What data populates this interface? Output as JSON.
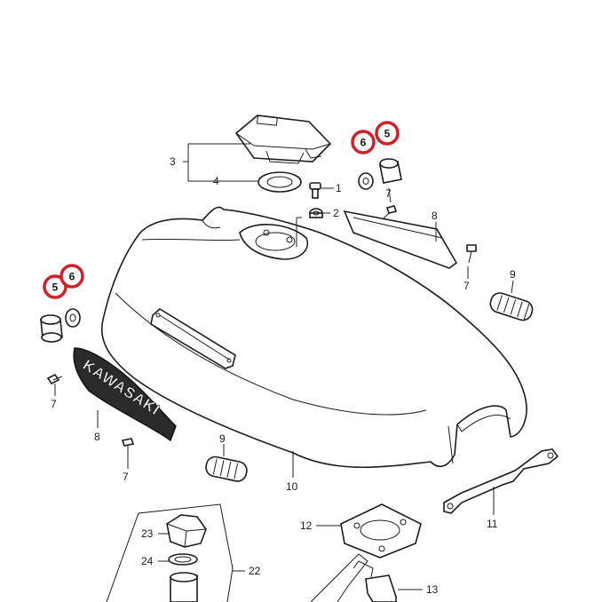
{
  "colors": {
    "highlight_circle": "#d0202a",
    "line": "#1c1c1c",
    "background": "#ffffff"
  },
  "brand_text": "KAWASAKI",
  "labels": {
    "p1": "1",
    "p2": "2",
    "p3": "3",
    "p4": "4",
    "p7a": "7",
    "p7b": "7",
    "p7c": "7",
    "p8a": "8",
    "p8b": "8",
    "p9a": "9",
    "p9b": "9",
    "p10": "10",
    "p11": "11",
    "p12": "12",
    "p13": "13",
    "p22": "22",
    "p23": "23",
    "p24": "24"
  },
  "highlights": {
    "h5a": "5",
    "h6a": "6",
    "h5b": "5",
    "h6b": "6"
  }
}
